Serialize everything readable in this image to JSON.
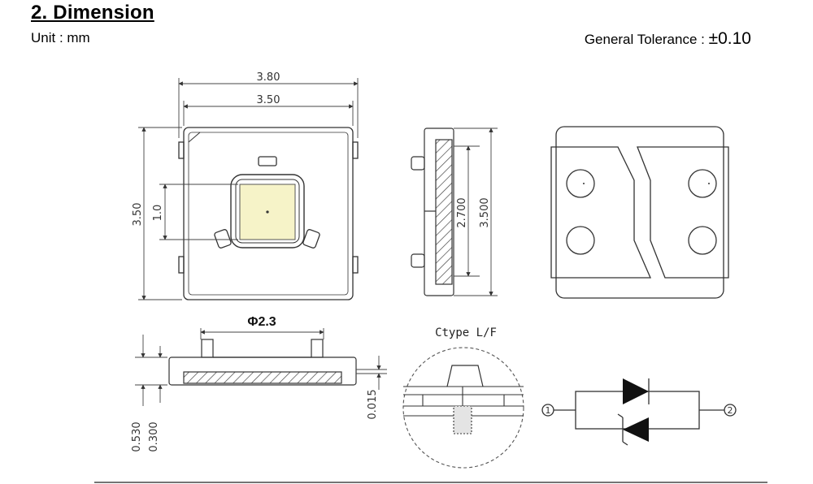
{
  "header": {
    "title": "2. Dimension",
    "unit": "Unit : mm",
    "tolerance_label": "General Tolerance : ",
    "tolerance_value": "±0.10"
  },
  "top_view": {
    "width_outer": "3.80",
    "width_inner": "3.50",
    "height": "3.50",
    "chip": "1.0"
  },
  "side_view": {
    "inner_height": "2.700",
    "outer_height": "3.500"
  },
  "front_view": {
    "lens_diameter": "Φ2.3",
    "height_total": "0.530",
    "height_body": "0.300",
    "lead_thickness": "0.015"
  },
  "detail": {
    "label": "Ctype L/F"
  },
  "circuit": {
    "pin1": "1",
    "pin2": "2"
  }
}
